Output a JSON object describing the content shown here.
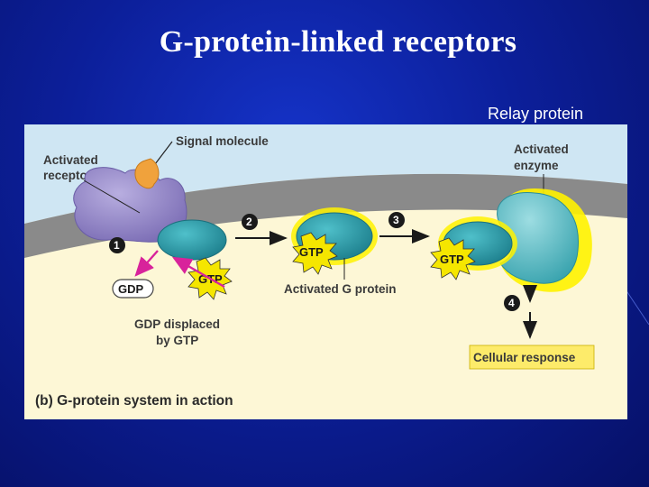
{
  "slide": {
    "title": "G-protein-linked receptors",
    "relay_label": "Relay protein"
  },
  "figure": {
    "labels": {
      "signal_molecule": "Signal molecule",
      "activated_receptor_line1": "Activated",
      "activated_receptor_line2": "receptor",
      "activated_enzyme_line1": "Activated",
      "activated_enzyme_line2": "enzyme",
      "gdp": "GDP",
      "gtp_1": "GTP",
      "gtp_2": "GTP",
      "gtp_3": "GTP",
      "activated_g_protein": "Activated G protein",
      "gdp_displaced_line1": "GDP displaced",
      "gdp_displaced_line2": "by GTP",
      "cellular_response": "Cellular response",
      "caption": "(b) G-protein system in action"
    },
    "steps": [
      "1",
      "2",
      "3",
      "4"
    ],
    "colors": {
      "extracellular": "#cfe6f3",
      "membrane": "#8a8a8a",
      "cytoplasm": "#fdf7d6",
      "receptor": "#9c8fca",
      "g_protein": "#2b9aa6",
      "enzyme": "#6cc5cd",
      "signal_molecule": "#f0a23c",
      "gtp_burst": "#f5e600",
      "glow": "#fff200",
      "arrow_magenta": "#d8239b",
      "response_box": "#fdeb6a",
      "slide_background": "#0c1f9a"
    }
  }
}
